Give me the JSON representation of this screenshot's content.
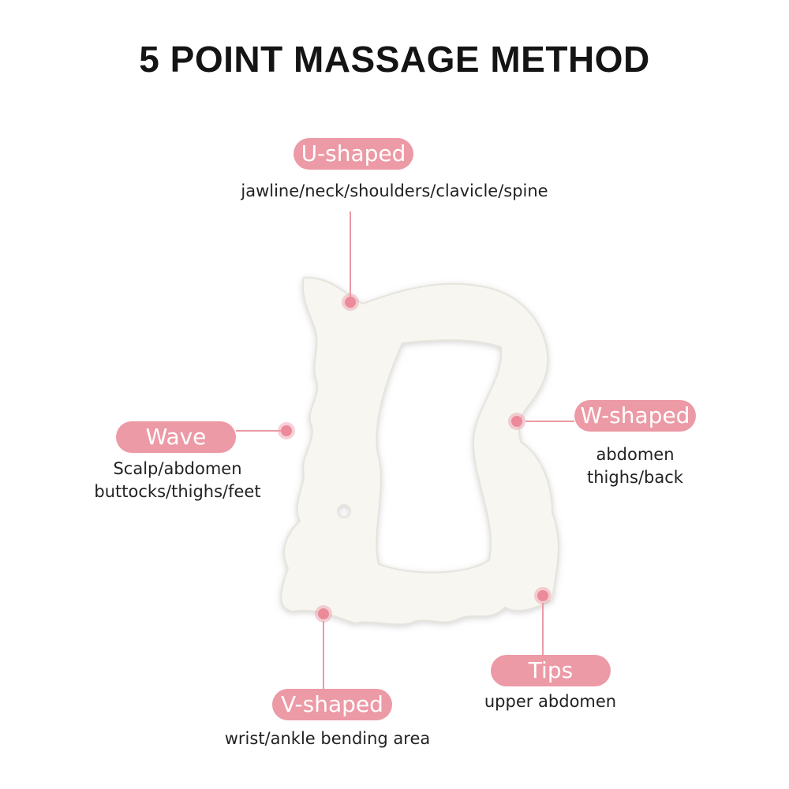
{
  "title": "5 POINT MASSAGE METHOD",
  "accent_color": "#ec9aa6",
  "points": [
    {
      "label": "U-shaped",
      "desc": [
        "jawline/neck/shoulders/clavicle/spine"
      ]
    },
    {
      "label": "Wave",
      "desc": [
        "Scalp/abdomen",
        "buttocks/thighs/feet"
      ]
    },
    {
      "label": "W-shaped",
      "desc": [
        "abdomen",
        "thighs/back"
      ]
    },
    {
      "label": "Tips",
      "desc": [
        "upper abdomen"
      ]
    },
    {
      "label": "V-shaped",
      "desc": [
        "wrist/ankle bending area"
      ]
    }
  ]
}
